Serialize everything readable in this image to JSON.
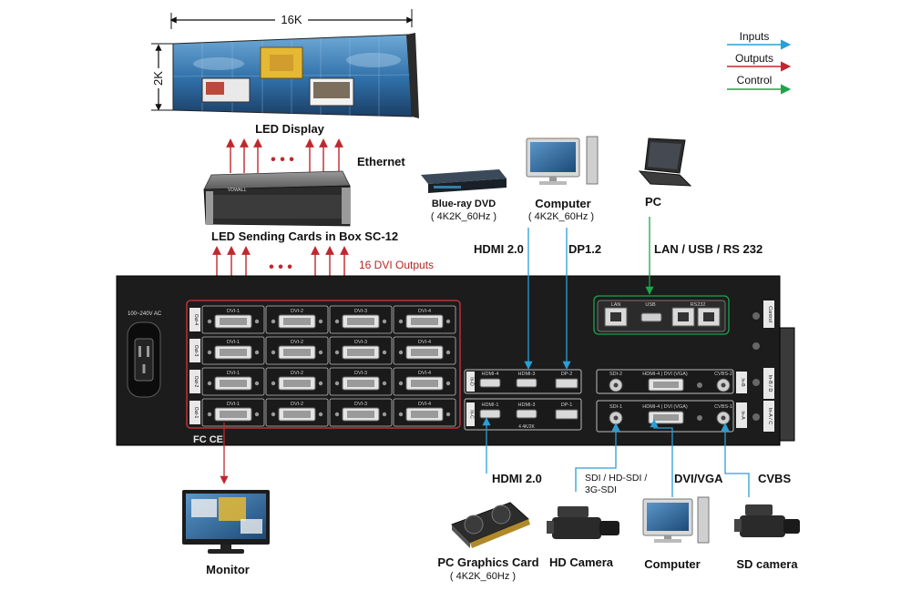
{
  "legend": {
    "inputs": {
      "label": "Inputs",
      "color": "#2a9fd6"
    },
    "outputs": {
      "label": "Outputs",
      "color": "#c0282e"
    },
    "control": {
      "label": "Control",
      "color": "#1aa64a"
    }
  },
  "led_display": {
    "width_label": "16K",
    "height_label": "2K",
    "caption": "LED Display"
  },
  "sending_box": {
    "caption": "LED Sending Cards in Box SC-12",
    "ethernet_label": "Ethernet",
    "brand": "VDWALL",
    "dots": "• • •"
  },
  "dvi_outputs_label": "16 DVI Outputs",
  "sources_top": {
    "bluray": {
      "name": "Blue-ray DVD",
      "spec": "( 4K2K_60Hz )",
      "link": "HDMI 2.0"
    },
    "computer": {
      "name": "Computer",
      "spec": "( 4K2K_60Hz )",
      "link": "DP1.2"
    },
    "pc": {
      "name": "PC",
      "link": "LAN / USB / RS 232"
    }
  },
  "panel": {
    "power_label": "100~240V AC",
    "certs": "FC CE",
    "out_labels": [
      "Out-4",
      "Out-3",
      "Out-2",
      "Out-1"
    ],
    "dvi_labels": [
      "DVI-1",
      "DVI-2",
      "DVI-3",
      "DVI-4"
    ],
    "control_ports": {
      "lan": "LAN",
      "usb": "USB",
      "rs232": "RS232"
    },
    "control_tag": "Control",
    "in_bd": "In-B / D",
    "in_ac": "In-A / C",
    "hdmi_top": [
      "HDMI-4",
      "HDMI-3",
      "DP-2"
    ],
    "hdmi_bottom": [
      "HDMI-1",
      "HDMI-3",
      "DP-1"
    ],
    "in_d": "In-D",
    "in_c": "In-C",
    "res_4k": "4 4K/2K",
    "sdi_top": [
      "SDI-2",
      "HDMI-4 | DVI (VGA)",
      "CVBS-2"
    ],
    "sdi_bottom": [
      "SDI-1",
      "HDMI-4 | DVI (VGA)",
      "CVBS-1"
    ],
    "in_b": "In-B",
    "in_a": "In-A"
  },
  "sources_bottom": {
    "monitor": {
      "name": "Monitor"
    },
    "graphics": {
      "name": "PC Graphics Card",
      "spec": "( 4K2K_60Hz )",
      "link": "HDMI 2.0"
    },
    "hdcam": {
      "name": "HD Camera",
      "link": [
        "SDI / HD-SDI /",
        "3G-SDI"
      ]
    },
    "computer2": {
      "name": "Computer",
      "link": "DVI/VGA"
    },
    "sdcam": {
      "name": "SD camera",
      "link": "CVBS"
    }
  }
}
